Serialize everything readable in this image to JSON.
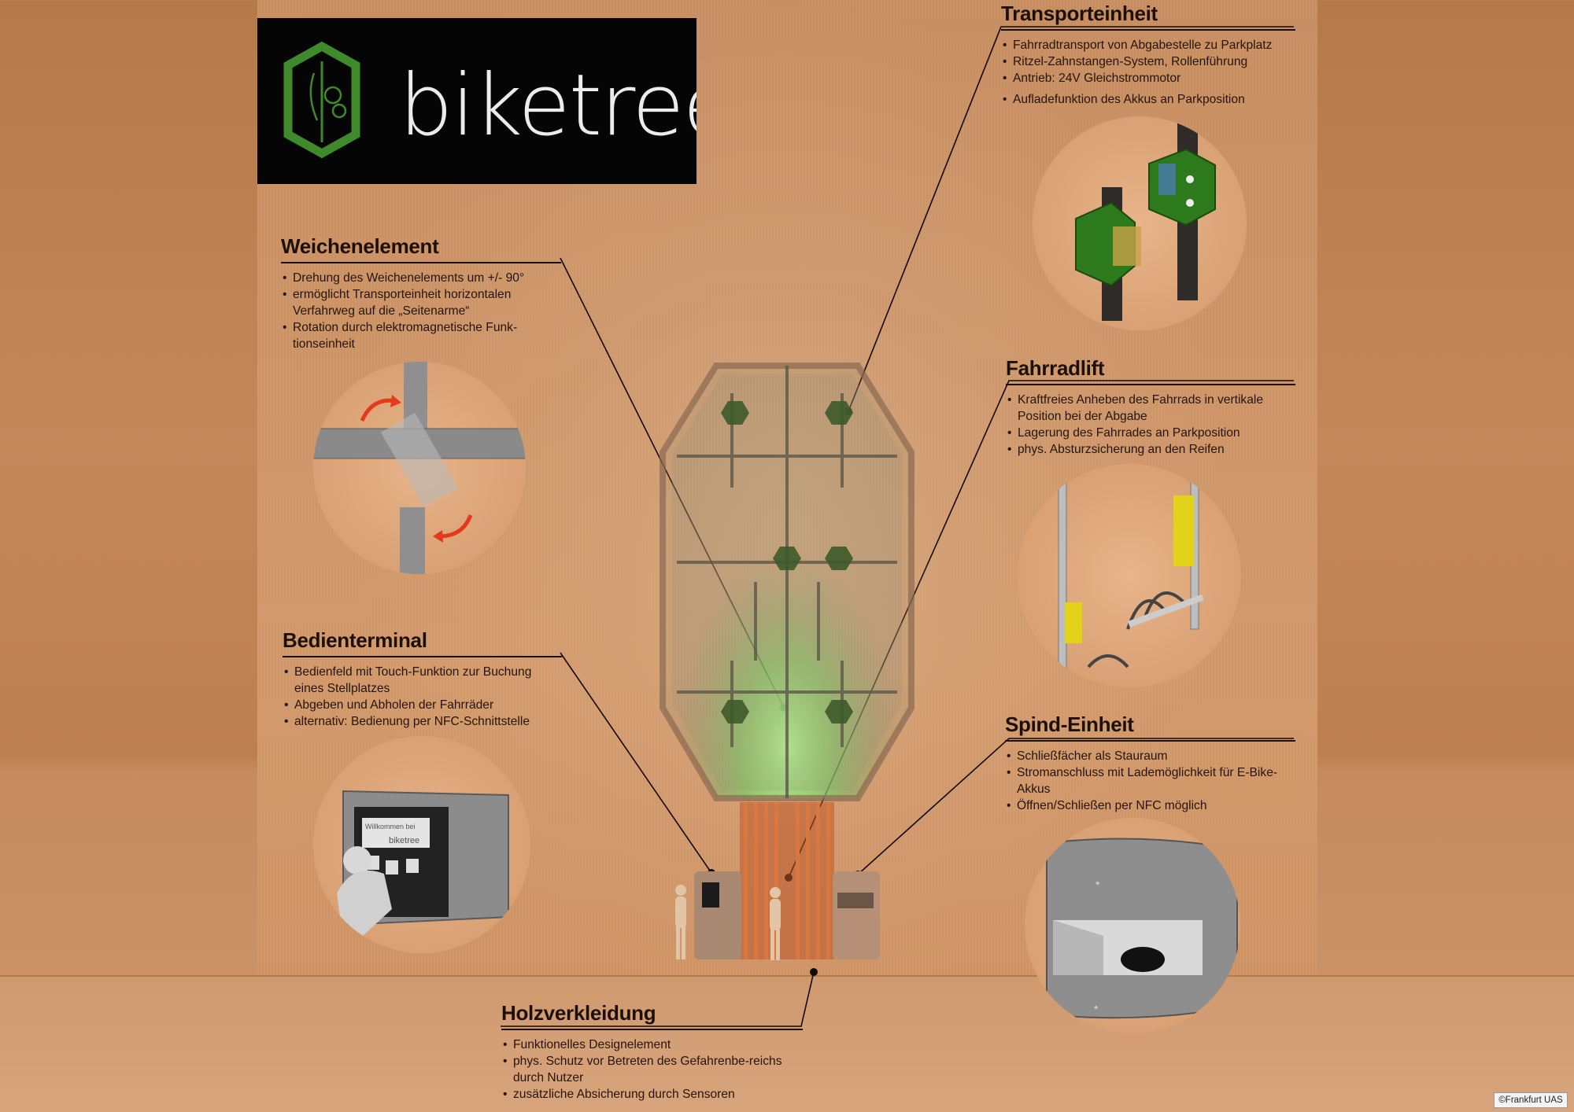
{
  "logo": {
    "wordmark": "biketree"
  },
  "sections": {
    "transport": {
      "title": "Transporteinheit",
      "bullets": [
        "Fahrradtransport von Abgabestelle zu Parkplatz",
        "Ritzel-Zahnstangen-System, Rollenführung",
        "Antrieb: 24V Gleichstrommotor",
        "Aufladefunktion des Akkus an Parkposition"
      ]
    },
    "weiche": {
      "title": "Weichenelement",
      "bullets": [
        "Drehung des Weichenelements um +/- 90°",
        "ermöglicht Transporteinheit horizontalen Verfahrweg auf die „Seitenarme“",
        "Rotation durch elektromagnetische Funk-tionseinheit"
      ]
    },
    "lift": {
      "title": "Fahrradlift",
      "bullets": [
        "Kraftfreies Anheben des Fahrrads in vertikale Position bei der Abgabe",
        "Lagerung des Fahrrades an Parkposition",
        "phys. Absturzsicherung an den Reifen"
      ]
    },
    "terminal": {
      "title": "Bedienterminal",
      "bullets": [
        "Bedienfeld mit Touch-Funktion zur Buchung eines Stellplatzes",
        "Abgeben und Abholen der Fahrräder",
        "alternativ: Bedienung per NFC-Schnittstelle"
      ]
    },
    "spind": {
      "title": "Spind-Einheit",
      "bullets": [
        "Schließfächer als Stauraum",
        "Stromanschluss mit Lademöglichkeit für E-Bike-Akkus",
        "Öffnen/Schließen per NFC möglich"
      ]
    },
    "holz": {
      "title": "Holzverkleidung",
      "bullets": [
        "Funktionelles Designelement",
        "phys. Schutz vor Betreten des Gefahrenbe-reichs durch Nutzer",
        "zusätzliche Absicherung durch Sensoren"
      ]
    }
  },
  "terminal_screen": {
    "line1": "Willkommen bei",
    "line2": "biketree"
  },
  "copyright": "©Frankfurt UAS",
  "colors": {
    "logo_green": "#3f8a2a",
    "accent_red": "#e23a1a",
    "glow_green": "#7ee07a",
    "wood": "#c8683a"
  }
}
